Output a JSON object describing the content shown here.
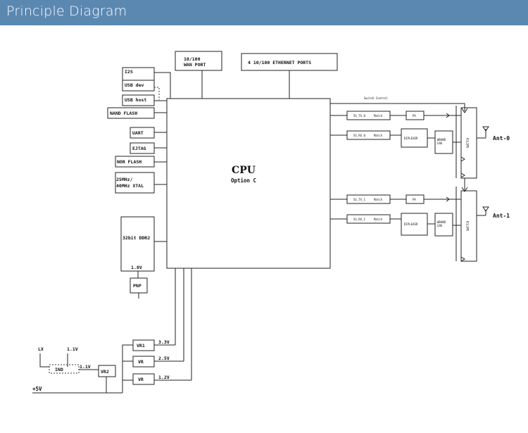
{
  "header": {
    "title": "Principle Diagram"
  },
  "diagram": {
    "cpu": {
      "title": "CPU",
      "subtitle": "Option  C"
    },
    "top_ports": {
      "wan": [
        "10/100",
        "WAN  PORT"
      ],
      "ethernet": "4  10/100  ETHERNET  PORTS"
    },
    "left_blocks": {
      "i2s": "I2S",
      "usb_dev": "USB  dev",
      "usb_host": "USB  host",
      "nand": "NAND  FLASH",
      "uart": "UART",
      "ejtag": "EJTAG",
      "nor": "NOR  FLASH",
      "xtal": [
        "25MHz/",
        "40MHz  XTAL"
      ],
      "ddr": "32bit  DDR2",
      "ddr_voltage": "1.8V",
      "pnp": "PNP"
    },
    "power": {
      "lx": "LX",
      "v11": "1.1V",
      "v11_out": "1.1V",
      "ind": "IND",
      "vr1": "VR1",
      "vr_a": "VR",
      "vr_b": "VR",
      "vr2": "VR2",
      "rail_33": "3.3V",
      "rail_25": "2.5V",
      "rail_12": "1.2V",
      "input": "+5V"
    },
    "rf": {
      "switch_control": "Switch      Control",
      "chain0": {
        "tx": "5G_TX_0",
        "rx": "5G_RX_0"
      },
      "chain1": {
        "tx": "5G_TX_1",
        "rx": "5G_RX_1"
      },
      "match": "Match",
      "pa": "PA",
      "diplexer": "DIPLEXER",
      "lna": [
        "WBAND",
        "LNA"
      ],
      "switch": "SWITCH",
      "ant0": "Ant-0",
      "ant1": "Ant-1"
    }
  }
}
